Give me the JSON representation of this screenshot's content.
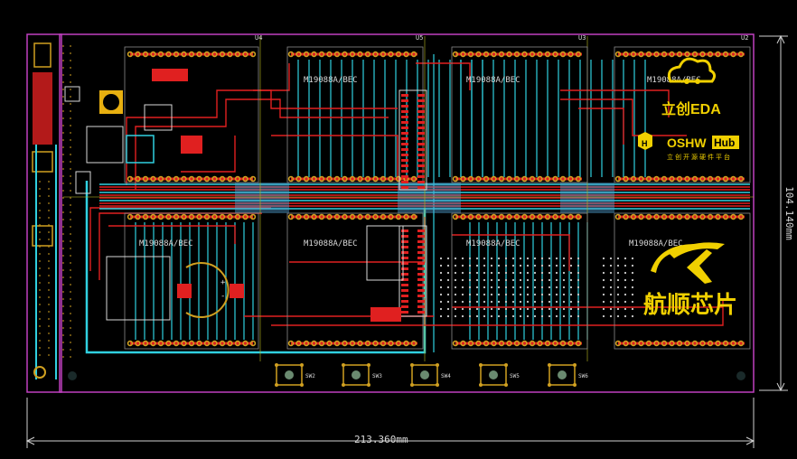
{
  "board": {
    "width_label": "213.360mm",
    "height_label": "104.140mm",
    "colors": {
      "background": "#000000",
      "outline": "#c040c0",
      "top_copper": "#e02020",
      "bottom_copper": "#30d0e0",
      "silkscreen": "#d8d8d8",
      "pad": "#d0a020",
      "logo": "#f0d000"
    }
  },
  "logos": {
    "lceda": "立创EDA",
    "oshw": "OSHW",
    "hub": "Hub",
    "oshw_sub": "立创开源硬件平台",
    "company": "航顺芯片"
  },
  "displays": {
    "part_top": "M19088A/BEC",
    "part_bottom": "M19088A/BEC"
  },
  "connectors": [
    "U4",
    "U5",
    "U3",
    "U2"
  ],
  "switches": [
    "SW2",
    "SW3",
    "SW4",
    "SW5",
    "SW6"
  ]
}
